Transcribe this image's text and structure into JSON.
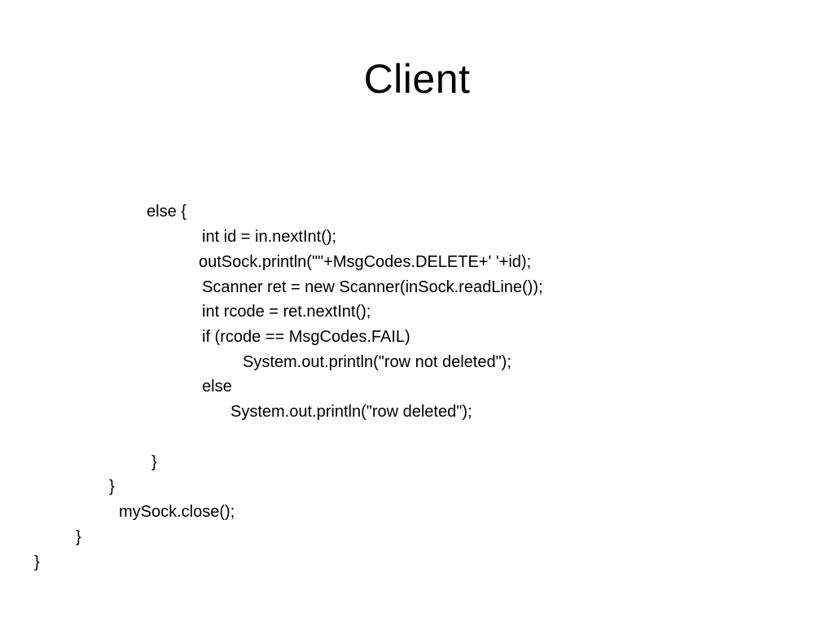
{
  "slide": {
    "title": "Client",
    "code_lines": [
      "else {",
      "int id = in.nextInt();",
      "outSock.println(\"\"+MsgCodes.DELETE+' '+id);",
      "Scanner ret = new Scanner(inSock.readLine());",
      "int rcode = ret.nextInt();",
      "if (rcode == MsgCodes.FAIL)",
      "System.out.println(\"row not deleted\");",
      "else",
      "System.out.println(\"row deleted\");",
      "}",
      "}",
      "mySock.close();",
      "}",
      "}"
    ]
  }
}
